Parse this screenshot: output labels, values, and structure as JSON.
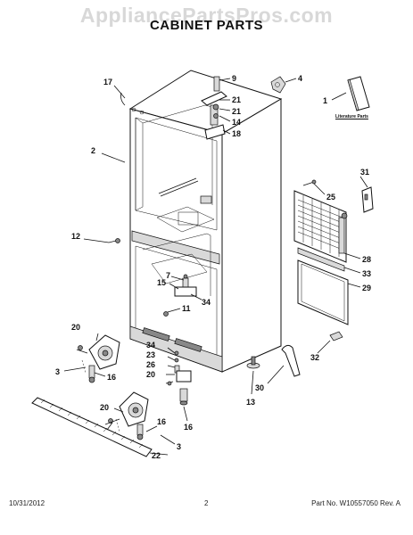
{
  "header": {
    "watermark": "AppliancePartsPros.com",
    "title": "CABINET PARTS"
  },
  "literature_label": "Literature Parts",
  "callouts": {
    "c1": "1",
    "c2": "2",
    "c3a": "3",
    "c3b": "3",
    "c4": "4",
    "c7": "7",
    "c9": "9",
    "c11": "11",
    "c12": "12",
    "c13": "13",
    "c14": "14",
    "c15": "15",
    "c16a": "16",
    "c16b": "16",
    "c16c": "16",
    "c17": "17",
    "c18": "18",
    "c20a": "20",
    "c20b": "20",
    "c20c": "20",
    "c21": "21",
    "c22": "22",
    "c23": "23",
    "c25": "25",
    "c26": "26",
    "c28": "28",
    "c29": "29",
    "c30": "30",
    "c31": "31",
    "c32": "32",
    "c33": "33",
    "c34a": "34",
    "c34b": "34"
  },
  "footer": {
    "date": "10/31/2012",
    "page_number": "2",
    "part_info": "Part No. W10557050  Rev. A"
  }
}
